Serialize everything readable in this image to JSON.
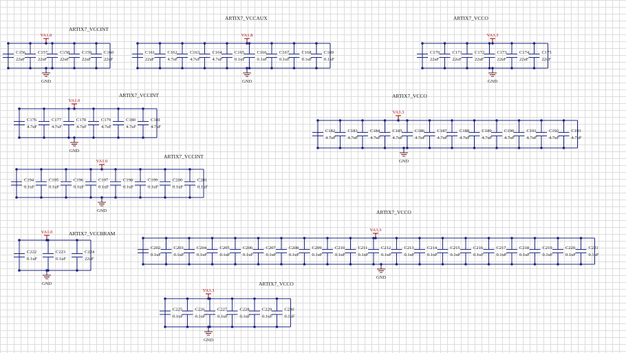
{
  "groups": [
    {
      "title": "ARTIX7_VCCINT",
      "power": "VA1.0",
      "gnd": "GND",
      "caps": [
        [
          "C156",
          "22uF"
        ],
        [
          "C157",
          "22uF"
        ],
        [
          "C158",
          "22uF"
        ],
        [
          "C159",
          "22uF"
        ],
        [
          "C160",
          "22uF"
        ]
      ]
    },
    {
      "title": "ARTIX7_VCCAUX",
      "power": "VA1.8",
      "gnd": "GND",
      "caps": [
        [
          "C161",
          "22uF"
        ],
        [
          "C162",
          "4.7uF"
        ],
        [
          "C163",
          "4.7uF"
        ],
        [
          "C164",
          "4.7uF"
        ],
        [
          "C165",
          "0.1uF"
        ],
        [
          "C166",
          "0.1uF"
        ],
        [
          "C167",
          "0.1uF"
        ],
        [
          "C168",
          "0.1uF"
        ],
        [
          "C169",
          "0.1uF"
        ]
      ]
    },
    {
      "title": "ARTIX7_VCCO",
      "power": "VA3.3",
      "gnd": "GND",
      "caps": [
        [
          "C170",
          "22uF"
        ],
        [
          "C171",
          "22uF"
        ],
        [
          "C172",
          "22uF"
        ],
        [
          "C173",
          "22uF"
        ],
        [
          "C174",
          "22uF"
        ],
        [
          "C175",
          "22uF"
        ]
      ]
    },
    {
      "title": "ARTIX7_VCCINT",
      "power": "VA1.0",
      "gnd": "GND",
      "caps": [
        [
          "C176",
          "4.7uF"
        ],
        [
          "C177",
          "4.7uF"
        ],
        [
          "C178",
          "4.7uF"
        ],
        [
          "C179",
          "4.7uF"
        ],
        [
          "C180",
          "4.7uF"
        ],
        [
          "C181",
          "4.7uF"
        ]
      ]
    },
    {
      "title": "ARTIX7_VCCO",
      "power": "VA3.3",
      "gnd": "GND",
      "caps": [
        [
          "C182",
          "4.7uF"
        ],
        [
          "C183",
          "4.7uF"
        ],
        [
          "C184",
          "4.7uF"
        ],
        [
          "C185",
          "4.7uF"
        ],
        [
          "C186",
          "4.7uF"
        ],
        [
          "C187",
          "4.7uF"
        ],
        [
          "C188",
          "4.7uF"
        ],
        [
          "C189",
          "4.7uF"
        ],
        [
          "C190",
          "4.7uF"
        ],
        [
          "C191",
          "4.7uF"
        ],
        [
          "C192",
          "4.7uF"
        ],
        [
          "C193",
          "4.7uF"
        ]
      ]
    },
    {
      "title": "ARTIX7_VCCINT",
      "power": "VA1.0",
      "gnd": "GND",
      "caps": [
        [
          "C194",
          "0.1uF"
        ],
        [
          "C195",
          "0.1uF"
        ],
        [
          "C196",
          "0.1uF"
        ],
        [
          "C197",
          "0.1uF"
        ],
        [
          "C198",
          "0.1uF"
        ],
        [
          "C199",
          "0.1uF"
        ],
        [
          "C200",
          "0.1uF"
        ],
        [
          "C201",
          "0.1uF"
        ]
      ]
    },
    {
      "title": "ARTIX7_VCCBRAM",
      "power": "VA1.0",
      "gnd": "GND",
      "caps": [
        [
          "C222",
          "0.1uF"
        ],
        [
          "C223",
          "0.1uF"
        ],
        [
          "C224",
          "22uF"
        ]
      ]
    },
    {
      "title": "ARTIX7_VCCO",
      "power": "VA3.3",
      "gnd": "GND",
      "caps": [
        [
          "C202",
          "0.1uF"
        ],
        [
          "C203",
          "0.1uF"
        ],
        [
          "C204",
          "0.1uF"
        ],
        [
          "C205",
          "0.1uF"
        ],
        [
          "C206",
          "0.1uF"
        ],
        [
          "C207",
          "0.1uF"
        ],
        [
          "C208",
          "0.1uF"
        ],
        [
          "C209",
          "0.1uF"
        ],
        [
          "C210",
          "0.1uF"
        ],
        [
          "C211",
          "0.1uF"
        ],
        [
          "C212",
          "0.1uF"
        ],
        [
          "C213",
          "0.1uF"
        ],
        [
          "C214",
          "0.1uF"
        ],
        [
          "C215",
          "0.1uF"
        ],
        [
          "C216",
          "0.1uF"
        ],
        [
          "C217",
          "0.1uF"
        ],
        [
          "C218",
          "0.1uF"
        ],
        [
          "C219",
          "0.1uF"
        ],
        [
          "C220",
          "0.1uF"
        ],
        [
          "C221",
          "0.1uF"
        ]
      ]
    },
    {
      "title": "ARTIX7_VCCO",
      "power": "VA3.3",
      "gnd": "GND",
      "caps": [
        [
          "C225",
          "0.1uF"
        ],
        [
          "C226",
          "0.1uF"
        ],
        [
          "C227",
          "0.1uF"
        ],
        [
          "C228",
          "0.1uF"
        ],
        [
          "C229",
          "0.1uF"
        ],
        [
          "C230",
          "0.1uF"
        ]
      ]
    }
  ],
  "colors": {
    "wire": "#1a237e",
    "net": "#a00000",
    "grid": "#dcdcdc"
  }
}
